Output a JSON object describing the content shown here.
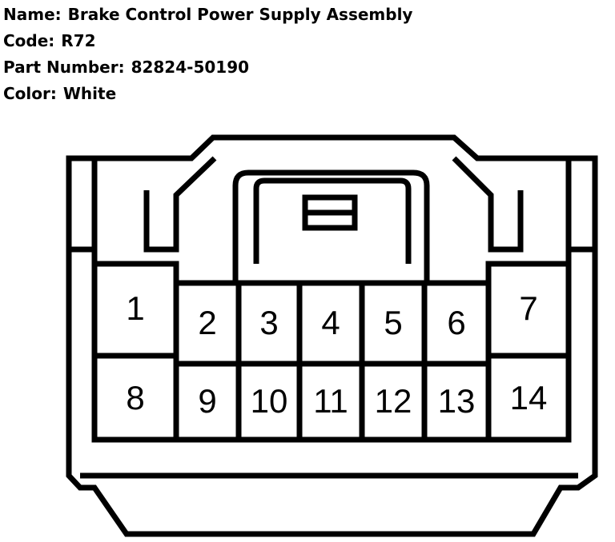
{
  "info": {
    "name_label": "Name:",
    "name_value": "Brake Control Power Supply Assembly",
    "code_label": "Code:",
    "code_value": "R72",
    "part_label": "Part Number:",
    "part_value": "82824-50190",
    "color_label": "Color:",
    "color_value": "White"
  },
  "connector": {
    "pins": [
      "1",
      "2",
      "3",
      "4",
      "5",
      "6",
      "7",
      "8",
      "9",
      "10",
      "11",
      "12",
      "13",
      "14"
    ]
  }
}
